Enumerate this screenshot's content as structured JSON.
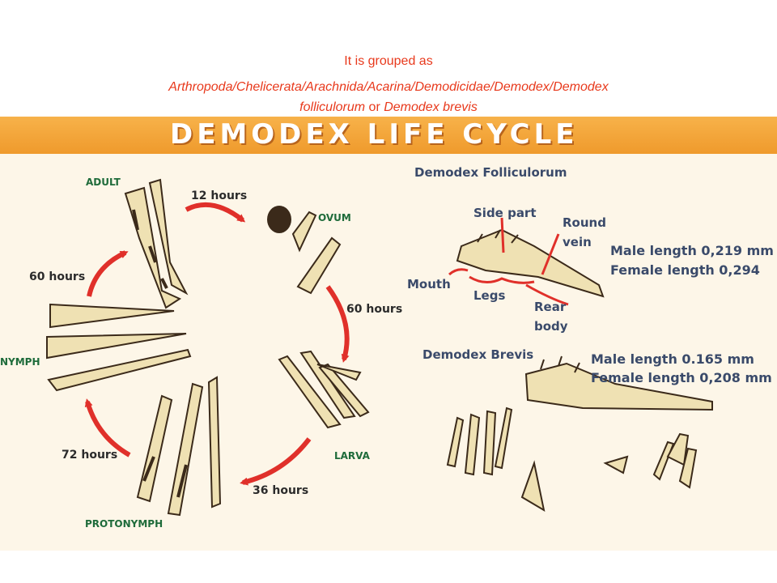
{
  "caption": {
    "line1": "It is  grouped as",
    "line2": "Arthropoda/Chelicerata/Arachnida/Acarina/Demodicidae/Demodex/Demodex",
    "line3_italic": "folliculorum",
    "line3_or": " or ",
    "line3_italic2": "Demodex brevis"
  },
  "diagram": {
    "title": "DEMODEX LIFE CYCLE",
    "stages": {
      "adult": "ADULT",
      "ovum": "OVUM",
      "larva": "LARVA",
      "protonymph": "PROTONYMPH",
      "nymph": "NYMPH"
    },
    "durations": {
      "adult_to_ovum": "12 hours",
      "ovum_to_larva": "60 hours",
      "larva_to_protonymph": "36 hours",
      "protonymph_to_nymph": "72 hours",
      "nymph_to_adult": "60 hours"
    },
    "folliculorum": {
      "name": "Demodex Folliculorum",
      "parts": {
        "side_part": "Side part",
        "round_vein_1": "Round",
        "round_vein_2": "vein",
        "mouth": "Mouth",
        "legs": "Legs",
        "rear_body_1": "Rear",
        "rear_body_2": "body"
      },
      "male_length": "Male length 0,219 mm",
      "female_length": "Female length 0,294"
    },
    "brevis": {
      "name": "Demodex Brevis",
      "male_length": "Male length 0.165 mm",
      "female_length": "Female length 0,208 mm"
    },
    "colors": {
      "arrow": "#e0302a",
      "mite_fill": "#efe1b3",
      "mite_dark": "#3b2a1a",
      "callout": "#e0302a"
    }
  }
}
